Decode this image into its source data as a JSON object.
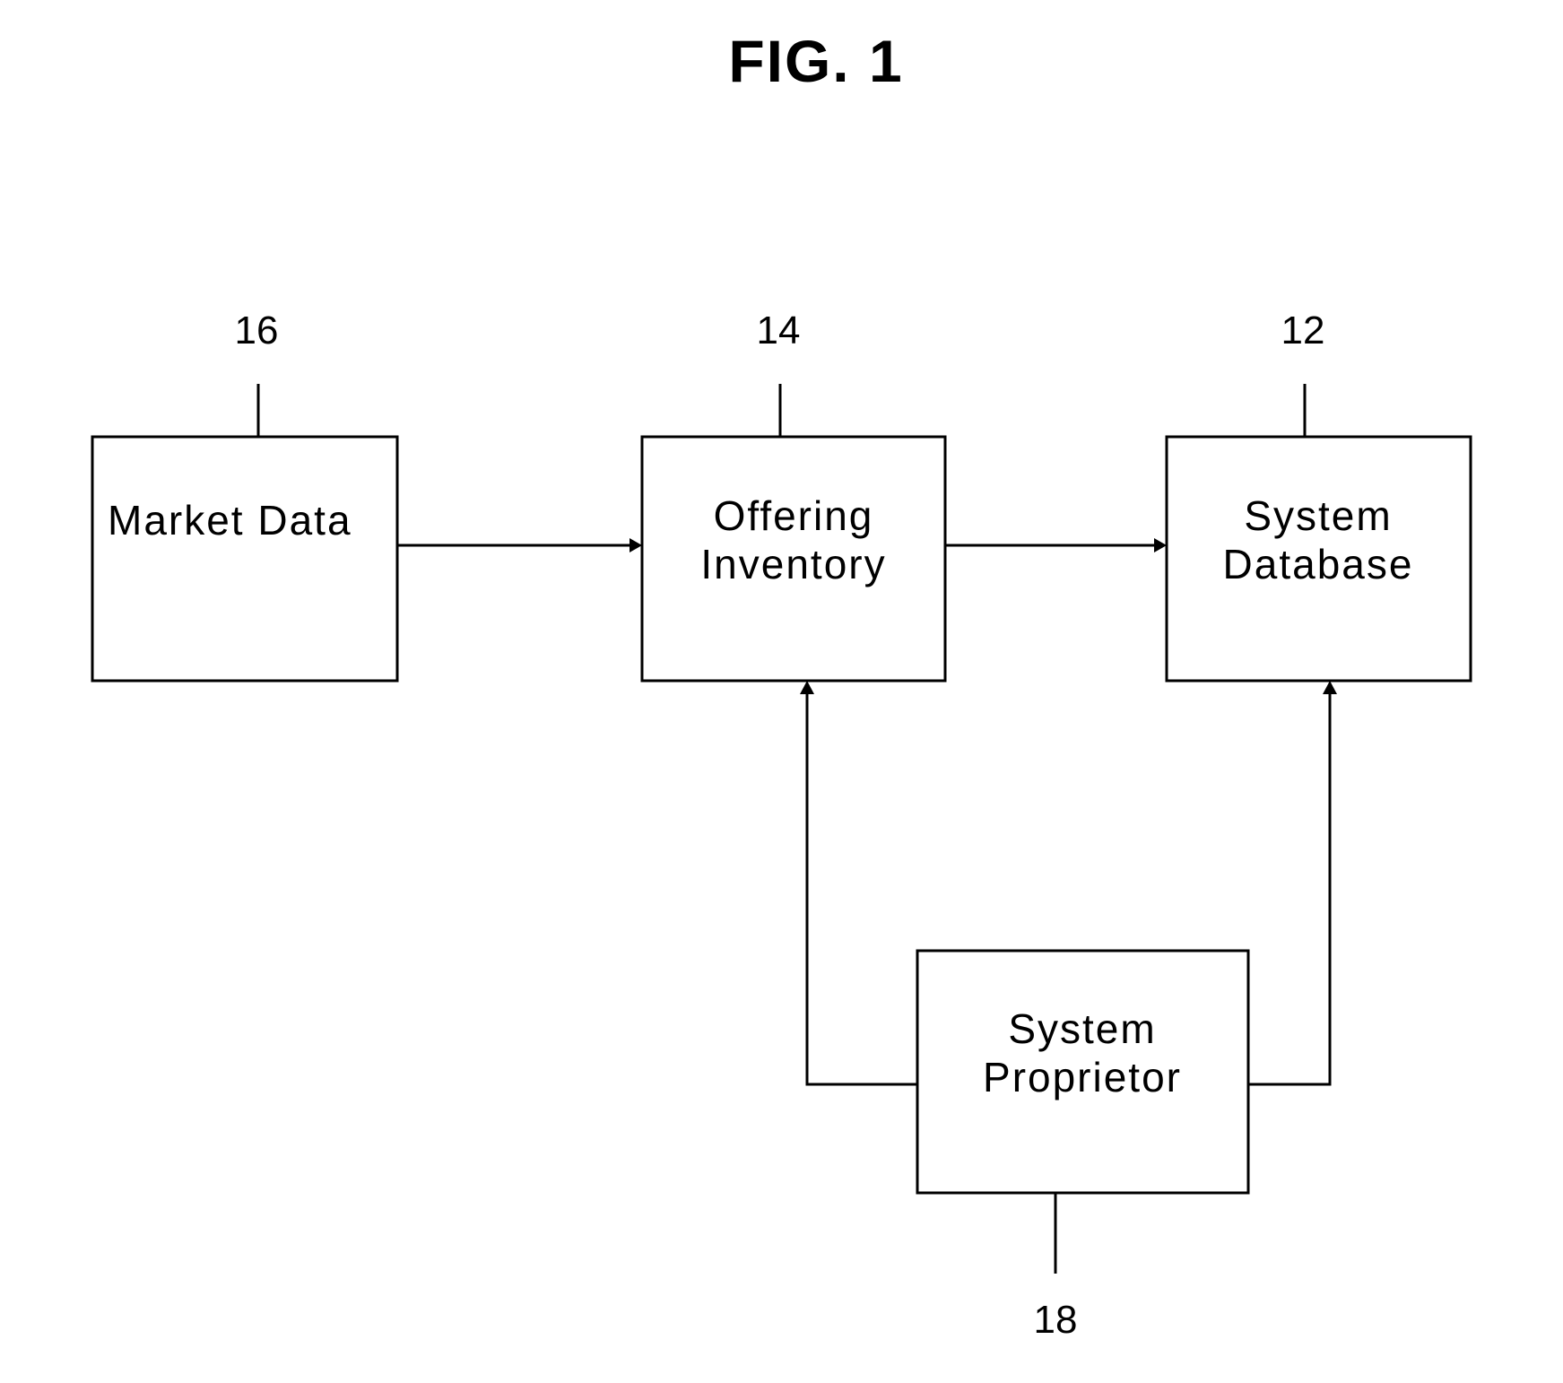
{
  "figure": {
    "title": "FIG. 1"
  },
  "blocks": {
    "market_data": {
      "ref": "16",
      "label_lines": [
        "Market Data"
      ]
    },
    "offering_inventory": {
      "ref": "14",
      "label_lines": [
        "Offering",
        "Inventory"
      ]
    },
    "system_database": {
      "ref": "12",
      "label_lines": [
        "System",
        "Database"
      ]
    },
    "system_proprietor": {
      "ref": "18",
      "label_lines": [
        "System",
        "Proprietor"
      ]
    }
  }
}
